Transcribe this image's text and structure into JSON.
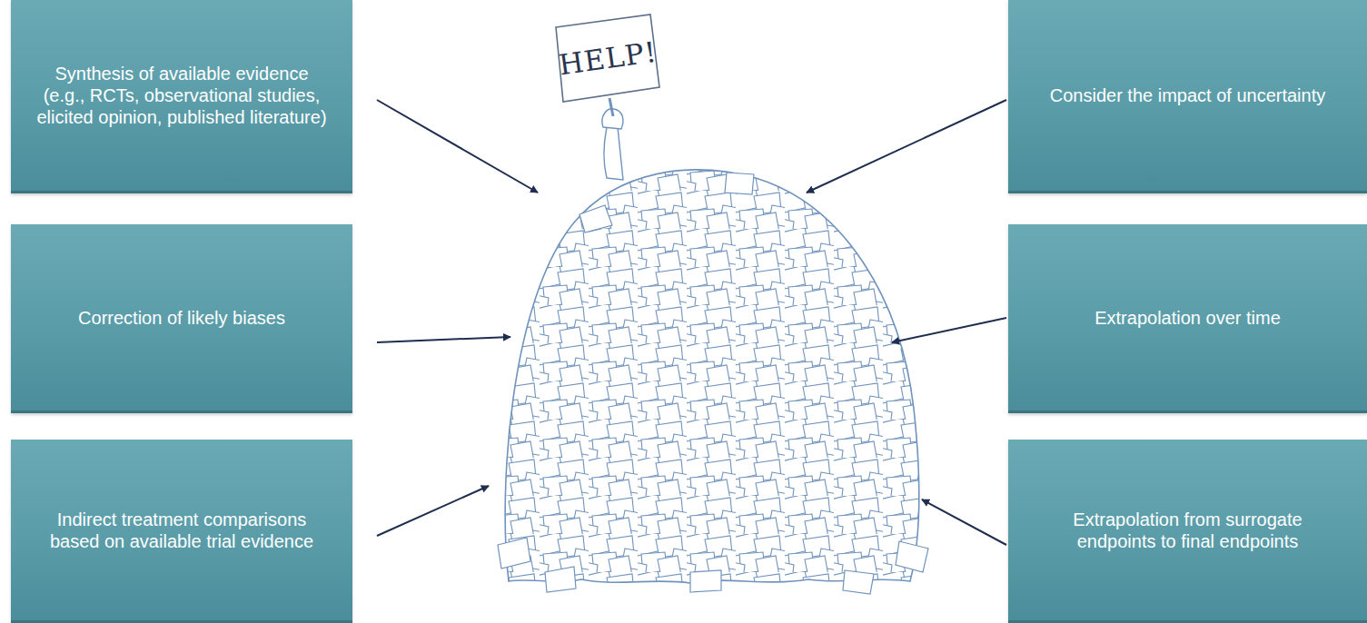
{
  "diagram": {
    "nodes": [
      {
        "text": [
          "Synthesis of available evidence (e.g., RCTs, observational studies, elicited opinion, published literature)"
        ]
      },
      {
        "text": [
          "Consider the impact of uncertainty"
        ]
      },
      {
        "text": [
          "Correction of likely biases"
        ]
      },
      {
        "text": [
          "Extrapolation over time"
        ]
      },
      {
        "text": [
          "Indirect treatment comparisons based on available trial evidence"
        ]
      },
      {
        "text": [
          "Extrapolation from surrogate endpoints to final endpoints"
        ]
      }
    ],
    "labels": [
      "HELP!"
    ]
  }
}
